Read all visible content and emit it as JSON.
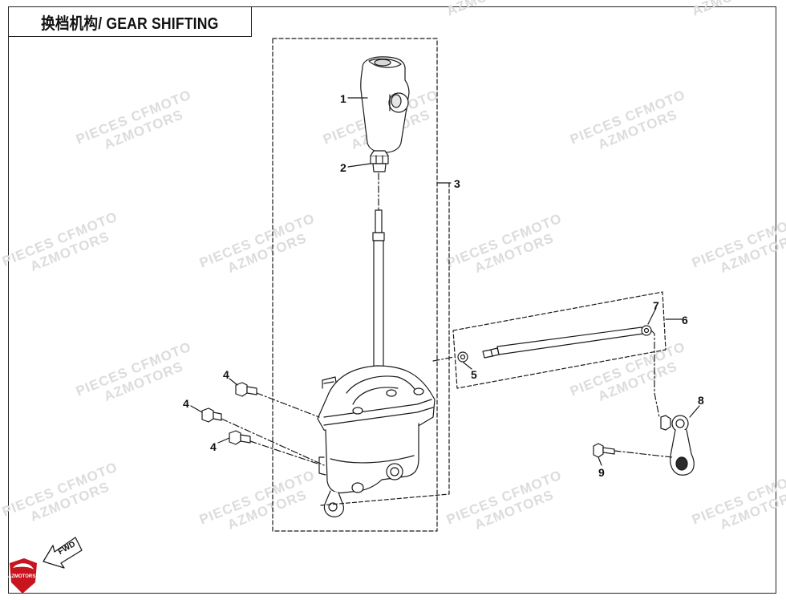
{
  "title": "换档机构/ GEAR SHIFTING",
  "watermark": {
    "line1": "PIECES CFMOTO",
    "line2": "AZMOTORS"
  },
  "callouts": [
    "1",
    "2",
    "3",
    "4",
    "4",
    "4",
    "5",
    "6",
    "7",
    "8",
    "9"
  ],
  "fwd_label": "FWD",
  "logo_text": "AZMOTORS",
  "colors": {
    "line": "#1a1a1a",
    "watermark": "#dcdcdc",
    "logo": "#c8141e"
  }
}
